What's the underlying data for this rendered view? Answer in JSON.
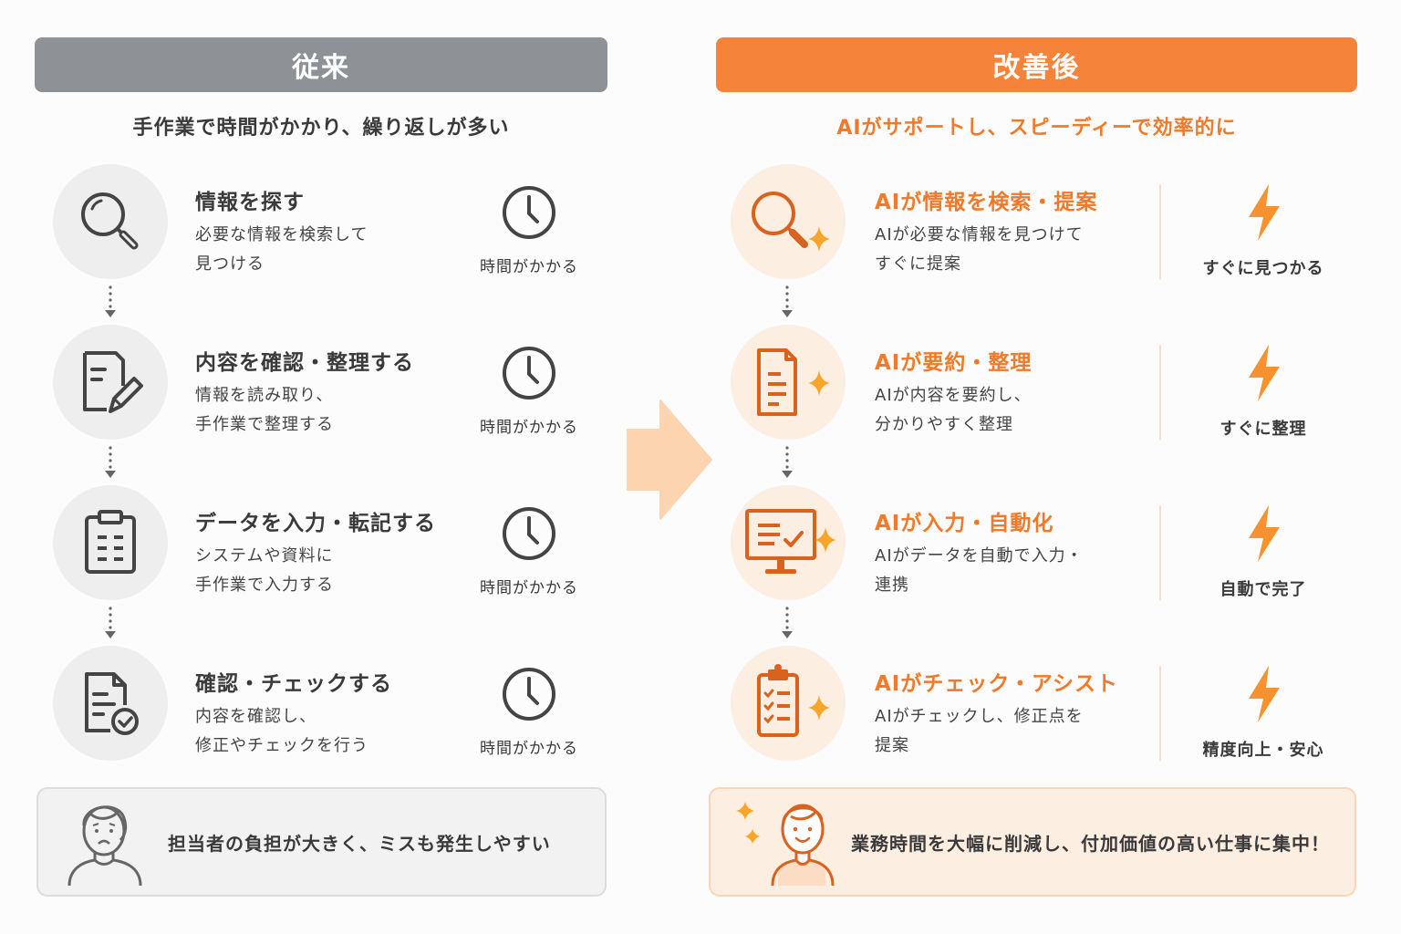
{
  "left": {
    "header": "従来",
    "subtitle": "手作業で時間がかかり、繰り返しが多い",
    "steps": [
      {
        "icon": "search-icon",
        "title": "情報を探す",
        "desc1": "必要な情報を検索して",
        "desc2": "見つける",
        "side_icon": "clock-icon",
        "side_label": "時間がかかる"
      },
      {
        "icon": "document-edit-icon",
        "title": "内容を確認・整理する",
        "desc1": "情報を読み取り、",
        "desc2": "手作業で整理する",
        "side_icon": "clock-icon",
        "side_label": "時間がかかる"
      },
      {
        "icon": "clipboard-icon",
        "title": "データを入力・転記する",
        "desc1": "システムや資料に",
        "desc2": "手作業で入力する",
        "side_icon": "clock-icon",
        "side_label": "時間がかかる"
      },
      {
        "icon": "document-check-icon",
        "title": "確認・チェックする",
        "desc1": "内容を確認し、",
        "desc2": "修正やチェックを行う",
        "side_icon": "clock-icon",
        "side_label": "時間がかかる"
      }
    ],
    "footer": {
      "icon": "worried-person-icon",
      "text": "担当者の負担が大きく、ミスも発生しやすい"
    }
  },
  "right": {
    "header": "改善後",
    "subtitle": "AIがサポートし、スピーディーで効率的に",
    "steps": [
      {
        "icon": "ai-search-icon",
        "title": "AIが情報を検索・提案",
        "desc1": "AIが必要な情報を見つけて",
        "desc2": "すぐに提案",
        "side_icon": "lightning-icon",
        "side_label": "すぐに見つかる"
      },
      {
        "icon": "ai-document-icon",
        "title": "AIが要約・整理",
        "desc1": "AIが内容を要約し、",
        "desc2": "分かりやすく整理",
        "side_icon": "lightning-icon",
        "side_label": "すぐに整理"
      },
      {
        "icon": "ai-monitor-check-icon",
        "title": "AIが入力・自動化",
        "desc1": "AIがデータを自動で入力・",
        "desc2": "連携",
        "side_icon": "lightning-icon",
        "side_label": "自動で完了"
      },
      {
        "icon": "ai-checklist-icon",
        "title": "AIがチェック・アシスト",
        "desc1": "AIがチェックし、修正点を",
        "desc2": "提案",
        "side_icon": "lightning-icon",
        "side_label": "精度向上・安心"
      }
    ],
    "footer": {
      "icon": "happy-person-icon",
      "text": "業務時間を大幅に削減し、付加価値の高い仕事に集中！"
    }
  },
  "colors": {
    "left_header": "#8e9196",
    "right_header": "#f5843a",
    "accent_orange": "#f07a2a",
    "icon_orange": "#d9621e",
    "sparkle": "#f8a52a",
    "arrow": "#fdd4b0"
  }
}
